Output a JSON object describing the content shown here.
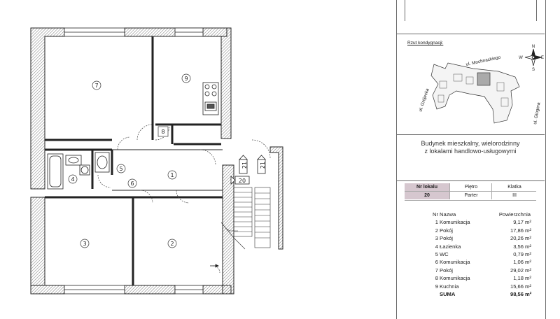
{
  "plan": {
    "room_labels": [
      "1",
      "2",
      "3",
      "4",
      "5",
      "6",
      "7",
      "8",
      "9"
    ],
    "stair_labels": [
      "20",
      "21",
      "21"
    ]
  },
  "sheet": {
    "location_caption": "Rzut kondygnacji:",
    "streets": [
      "ul. Mochnackiego",
      "ul. Grójecka",
      "ul. Glogera"
    ],
    "compass": {
      "n": "N",
      "s": "S",
      "e": "E",
      "w": "W"
    },
    "title_lines": [
      "Budynek mieszkalny, wielorodzinny",
      "z lokalami handlowo-usługowymi"
    ],
    "header": {
      "labels": [
        "Nr lokalu",
        "Piętro",
        "Klatka"
      ],
      "values": [
        "20",
        "Parter",
        "III"
      ]
    },
    "table": {
      "columns": {
        "nr": "Nr",
        "name": "Nazwa",
        "area": "Powierzchnia"
      },
      "rows": [
        {
          "nr": "1",
          "name": "Komunikacja",
          "area": "9,17",
          "unit": "m²"
        },
        {
          "nr": "2",
          "name": "Pokój",
          "area": "17,86",
          "unit": "m²"
        },
        {
          "nr": "3",
          "name": "Pokój",
          "area": "20,26",
          "unit": "m²"
        },
        {
          "nr": "4",
          "name": "Łazienka",
          "area": "3,56",
          "unit": "m²"
        },
        {
          "nr": "5",
          "name": "WC",
          "area": "0,79",
          "unit": "m²"
        },
        {
          "nr": "6",
          "name": "Komunikacja",
          "area": "1,06",
          "unit": "m²"
        },
        {
          "nr": "7",
          "name": "Pokój",
          "area": "29,02",
          "unit": "m²"
        },
        {
          "nr": "8",
          "name": "Komunikacja",
          "area": "1,18",
          "unit": "m²"
        },
        {
          "nr": "9",
          "name": "Kuchnia",
          "area": "15,66",
          "unit": "m²"
        }
      ],
      "sum": {
        "name": "SUMA",
        "area": "98,56",
        "unit": "m²"
      }
    }
  }
}
